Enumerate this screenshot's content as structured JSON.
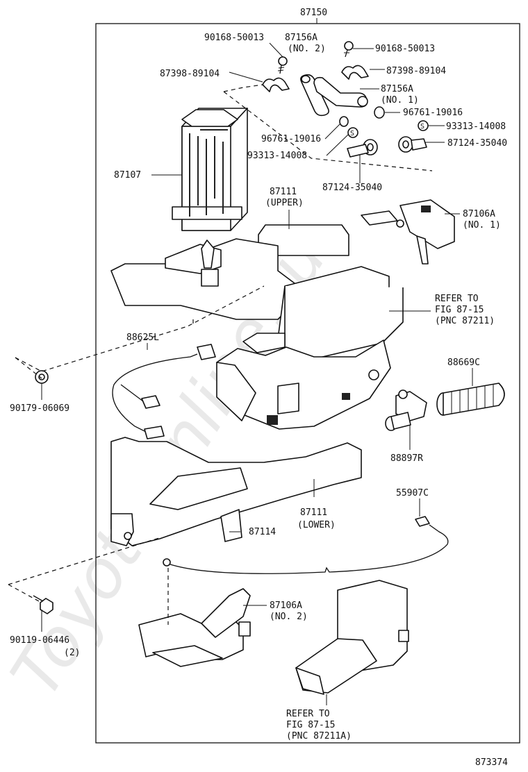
{
  "watermark": "ToyotaOnline.ru",
  "labels": {
    "assembly": "87150",
    "figure_number": "873374",
    "screw_left": "90168-50013",
    "screw_right": "90168-50013",
    "hose_no2": [
      "87156A",
      "(NO. 2)"
    ],
    "hose_no1": [
      "87156A",
      "(NO. 1)"
    ],
    "clamp_left": "87398-89104",
    "clamp_right": "87398-89104",
    "oring_right": "96761-19016",
    "oring_left": "96761-19016",
    "clip_right": "93313-14008",
    "clip_left": "93313-14008",
    "clamp_bottom_right": "87124-35040",
    "clamp_bottom_center": "87124-35040",
    "heater_core": "87107",
    "case_upper": [
      "87111",
      "(UPPER)"
    ],
    "servo_no1": [
      "87106A",
      "(NO. 1)"
    ],
    "refer_top": [
      "REFER TO",
      "FIG 87-15",
      "(PNC 87211)"
    ],
    "harness": "88625L",
    "nut": "90179-06069",
    "grommet": "88669C",
    "valve": "88897R",
    "case_lower": [
      "87111",
      "(LOWER)"
    ],
    "cable": "55907C",
    "bracket": "87114",
    "servo_no2": [
      "87106A",
      "(NO. 2)"
    ],
    "bolt": "90119-06446",
    "bolt_qty": "(2)",
    "refer_bottom": [
      "REFER TO",
      "FIG 87-15",
      "(PNC 87211A)"
    ]
  }
}
